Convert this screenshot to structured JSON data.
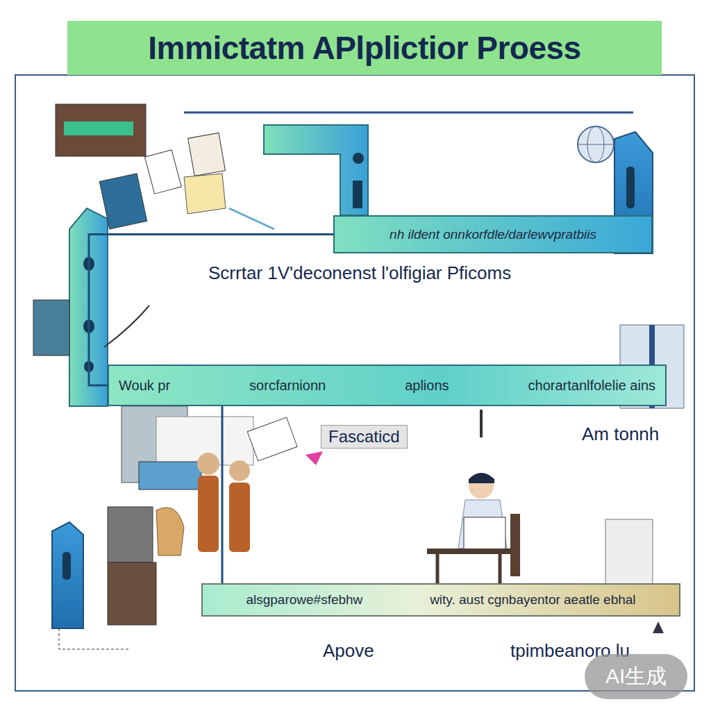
{
  "diagram": {
    "title": "Immictatm APlplictior Proess",
    "nodes": [
      {
        "text": [
          "nh ildent onnkorfdle/darlewvpratbiis"
        ]
      },
      {
        "text": [
          "Wouk pr",
          "sorcfarnionn",
          "aplions",
          "chorartanlfolelie ains"
        ]
      },
      {
        "text": [
          "alsgparowe#sfebhw",
          "wity. aust cgnbayentor aeatle ebhal"
        ]
      }
    ],
    "edges": [
      {
        "from": 0,
        "to": 1,
        "arrow": "none"
      },
      {
        "from": 1,
        "to": 2,
        "arrow": "none"
      }
    ],
    "labels": [
      "Scrrtar 1V'deconenst l'olfigiar Pficoms",
      "Fascaticd",
      "Am tonnh",
      "Apove",
      "tpimbeanoro lu",
      "AI生成"
    ]
  }
}
